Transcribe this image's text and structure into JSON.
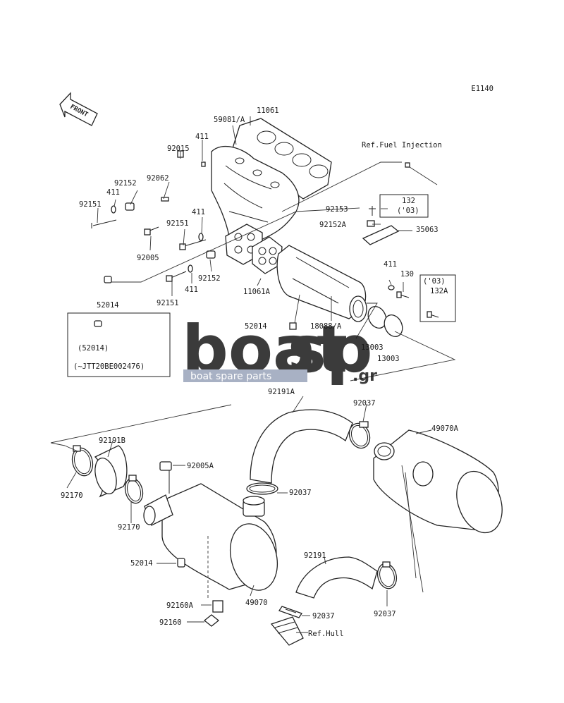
{
  "diagram_code": "E1140",
  "front_label": "FRONT",
  "references": {
    "fuel_injection": "Ref.Fuel Injection",
    "hull": "Ref.Hull"
  },
  "callouts": [
    {
      "id": "c11061",
      "text": "11061"
    },
    {
      "id": "c59081",
      "text": "59081/A"
    },
    {
      "id": "c411a",
      "text": "411"
    },
    {
      "id": "c92015",
      "text": "92015"
    },
    {
      "id": "c92062",
      "text": "92062"
    },
    {
      "id": "c92152a",
      "text": "92152"
    },
    {
      "id": "c411b",
      "text": "411"
    },
    {
      "id": "c92151a",
      "text": "92151"
    },
    {
      "id": "c411c",
      "text": "411"
    },
    {
      "id": "c92151b",
      "text": "92151"
    },
    {
      "id": "c92005",
      "text": "92005"
    },
    {
      "id": "c92152b",
      "text": "92152"
    },
    {
      "id": "c411d",
      "text": "411"
    },
    {
      "id": "c92151c",
      "text": "92151"
    },
    {
      "id": "c52014a",
      "text": "52014"
    },
    {
      "id": "c11061a",
      "text": "11061A"
    },
    {
      "id": "c52014b",
      "text": "52014"
    },
    {
      "id": "c18088",
      "text": "18088/A"
    },
    {
      "id": "c92153",
      "text": "92153"
    },
    {
      "id": "c92152A",
      "text": "92152A"
    },
    {
      "id": "c35063",
      "text": "35063"
    },
    {
      "id": "c132",
      "text": "132"
    },
    {
      "id": "c03a",
      "text": "('03)"
    },
    {
      "id": "c411e",
      "text": "411"
    },
    {
      "id": "c130",
      "text": "130"
    },
    {
      "id": "c03b",
      "text": "('03)"
    },
    {
      "id": "c132A",
      "text": "132A"
    },
    {
      "id": "c13003a",
      "text": "13003"
    },
    {
      "id": "c13003b",
      "text": "13003"
    },
    {
      "id": "c52014c",
      "text": "(52014)"
    },
    {
      "id": "cserial",
      "text": "(~JTT20BE002476)"
    },
    {
      "id": "c92191A",
      "text": "92191A"
    },
    {
      "id": "c92037a",
      "text": "92037"
    },
    {
      "id": "c49070A",
      "text": "49070A"
    },
    {
      "id": "c92191B",
      "text": "92191B"
    },
    {
      "id": "c92005A",
      "text": "92005A"
    },
    {
      "id": "c92170a",
      "text": "92170"
    },
    {
      "id": "c92170b",
      "text": "92170"
    },
    {
      "id": "c92037b",
      "text": "92037"
    },
    {
      "id": "c92191",
      "text": "92191"
    },
    {
      "id": "c52014d",
      "text": "52014"
    },
    {
      "id": "c49070",
      "text": "49070"
    },
    {
      "id": "c92037c",
      "text": "92037"
    },
    {
      "id": "c92160A",
      "text": "92160A"
    },
    {
      "id": "c92037d",
      "text": "92037"
    },
    {
      "id": "c92160",
      "text": "92160"
    }
  ],
  "watermark": {
    "brand_left": "boat",
    "brand_right": "sp",
    "brand_suffix": ".gr",
    "tagline": "boat spare parts",
    "colors": {
      "gray": "#b9b9b9",
      "blue": "#9aa4ba"
    }
  }
}
